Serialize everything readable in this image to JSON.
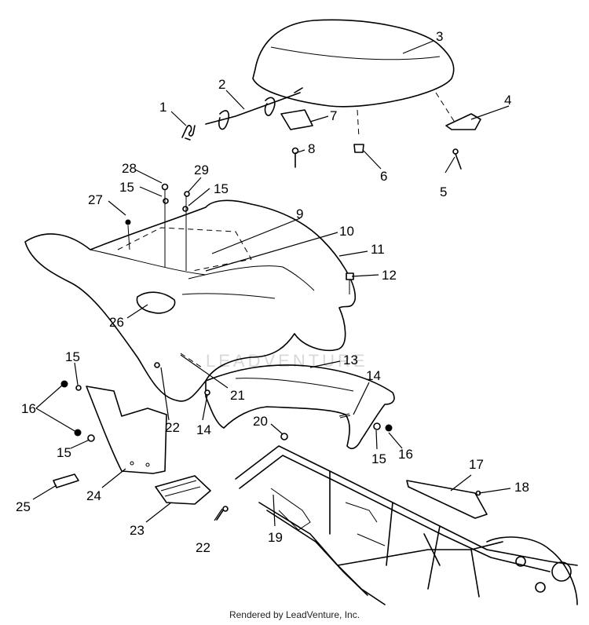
{
  "diagram": {
    "callouts": [
      {
        "id": "c1",
        "label": "1"
      },
      {
        "id": "c2",
        "label": "2"
      },
      {
        "id": "c3",
        "label": "3"
      },
      {
        "id": "c4",
        "label": "4"
      },
      {
        "id": "c5",
        "label": "5"
      },
      {
        "id": "c6",
        "label": "6"
      },
      {
        "id": "c7",
        "label": "7"
      },
      {
        "id": "c8",
        "label": "8"
      },
      {
        "id": "c9",
        "label": "9"
      },
      {
        "id": "c10",
        "label": "10"
      },
      {
        "id": "c11",
        "label": "11"
      },
      {
        "id": "c12",
        "label": "12"
      },
      {
        "id": "c13",
        "label": "13"
      },
      {
        "id": "c14a",
        "label": "14"
      },
      {
        "id": "c14b",
        "label": "14"
      },
      {
        "id": "c15a",
        "label": "15"
      },
      {
        "id": "c15b",
        "label": "15"
      },
      {
        "id": "c15c",
        "label": "15"
      },
      {
        "id": "c15d",
        "label": "15"
      },
      {
        "id": "c15e",
        "label": "15"
      },
      {
        "id": "c16a",
        "label": "16"
      },
      {
        "id": "c16b",
        "label": "16"
      },
      {
        "id": "c17",
        "label": "17"
      },
      {
        "id": "c18",
        "label": "18"
      },
      {
        "id": "c19",
        "label": "19"
      },
      {
        "id": "c20",
        "label": "20"
      },
      {
        "id": "c21",
        "label": "21"
      },
      {
        "id": "c22a",
        "label": "22"
      },
      {
        "id": "c22b",
        "label": "22"
      },
      {
        "id": "c23",
        "label": "23"
      },
      {
        "id": "c24",
        "label": "24"
      },
      {
        "id": "c25",
        "label": "25"
      },
      {
        "id": "c26",
        "label": "26"
      },
      {
        "id": "c27",
        "label": "27"
      },
      {
        "id": "c28",
        "label": "28"
      },
      {
        "id": "c29",
        "label": "29"
      }
    ],
    "watermark": "LEADVENTURE"
  },
  "footer": {
    "text": "Rendered by LeadVenture, Inc."
  }
}
